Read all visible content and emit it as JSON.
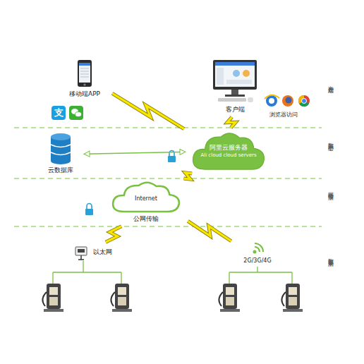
{
  "diagram": {
    "nodes": [
      {
        "text": [
          "移动端APP"
        ]
      },
      {
        "text": [
          "客户端"
        ]
      },
      {
        "text": [
          "云数据库"
        ]
      },
      {
        "text": [
          "阿里云服务器",
          "Ali cloud  cloud servers"
        ]
      },
      {
        "text": [
          "Internet",
          "公网传输"
        ]
      },
      {
        "text": [
          "以太网"
        ]
      },
      {
        "text": [
          "2G/3G/4G"
        ]
      }
    ],
    "edges": [
      {
        "from": 0,
        "to": 3,
        "arrow": "none"
      },
      {
        "from": 1,
        "to": 3,
        "arrow": "none"
      },
      {
        "from": 2,
        "to": 3,
        "arrow": "both"
      },
      {
        "from": 3,
        "to": 4,
        "arrow": "none"
      },
      {
        "from": 4,
        "to": 5,
        "arrow": "none"
      },
      {
        "from": 4,
        "to": 6,
        "arrow": "none"
      }
    ],
    "labels": [
      "浏览器访问",
      "客户端层",
      "数据中心层",
      "网络传输层",
      "数据采集层",
      "支"
    ]
  }
}
